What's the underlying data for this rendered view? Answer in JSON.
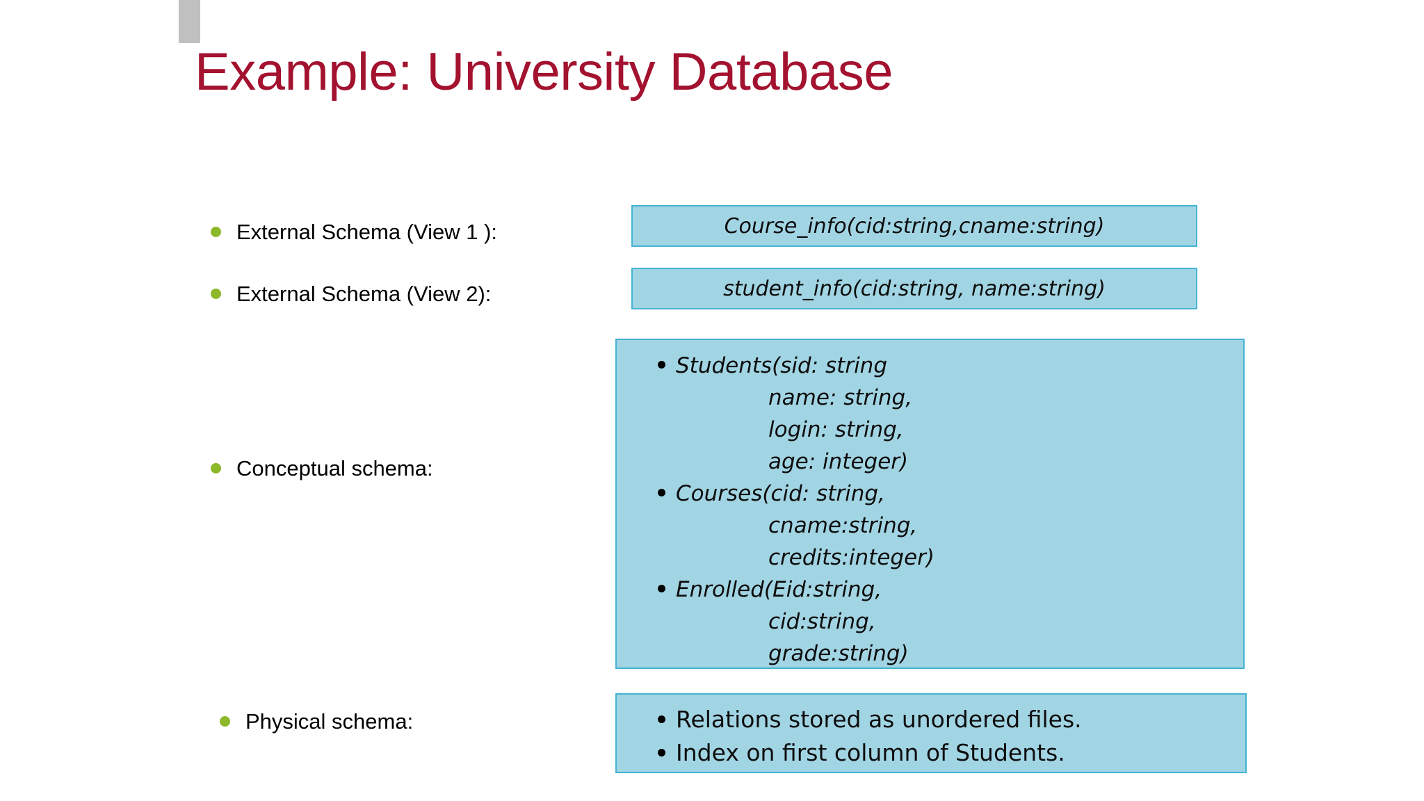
{
  "slide": {
    "title": "Example: University Database",
    "title_color": "#A3122F",
    "background": "#ffffff",
    "accent_bullet_color": "#8CB829",
    "box_fill": "#A2D5E4",
    "box_border": "#43B3D2",
    "decoration_color": "#c0c0c0"
  },
  "rows": {
    "view1": {
      "label": "External Schema (View 1 ):",
      "box_text": "Course_info(cid:string,cname:string)"
    },
    "view2": {
      "label": "External Schema (View 2):",
      "box_text": "student_info(cid:string, name:string)"
    },
    "conceptual": {
      "label": "Conceptual schema:",
      "relations": [
        {
          "head": "Students(sid: string",
          "continuation": [
            "name: string,",
            "login: string,",
            "age: integer)"
          ]
        },
        {
          "head": "Courses(cid: string,",
          "continuation": [
            "cname:string,",
            "credits:integer)"
          ]
        },
        {
          "head": "Enrolled(Eid:string,",
          "continuation": [
            "cid:string,",
            "grade:string)"
          ]
        }
      ]
    },
    "physical": {
      "label": "Physical schema:",
      "items": [
        "Relations stored as unordered files.",
        "Index on first column of Students."
      ]
    }
  }
}
